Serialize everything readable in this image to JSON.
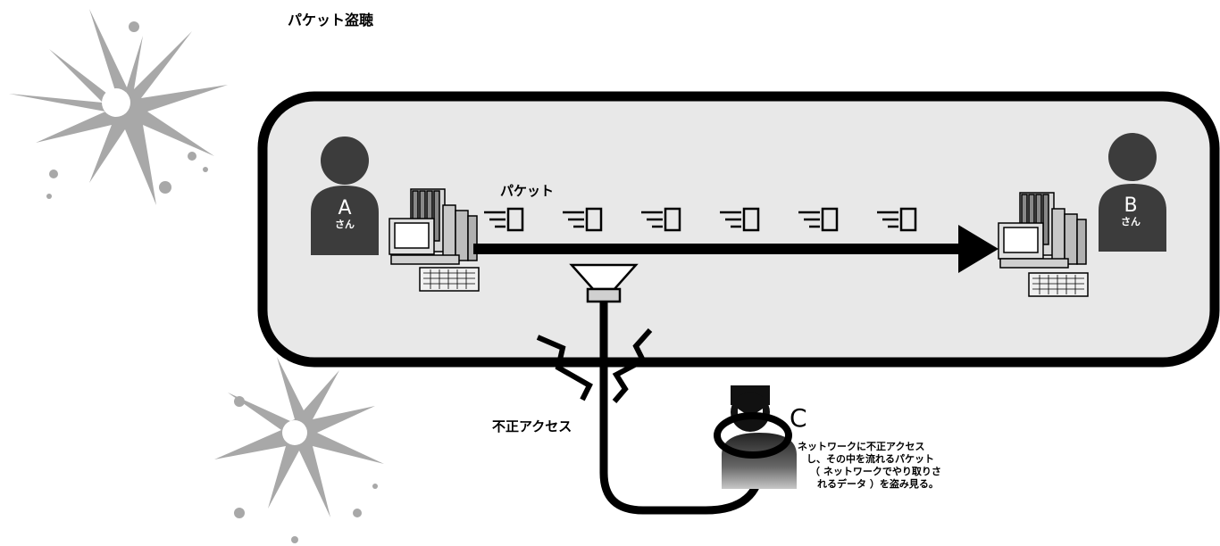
{
  "title": "パケット盗聴",
  "packet_label": "パケット",
  "person_a": {
    "letter": "A",
    "suffix": "さん"
  },
  "person_b": {
    "letter": "B",
    "suffix": "さん"
  },
  "attacker": {
    "letter": "C",
    "description_lines": [
      "ネットワークに不正アクセス",
      "し、その中を流れるパケット",
      "（ ネットワークでやり取りさ",
      "れるデータ ）を盗み見る。"
    ]
  },
  "access_label": "不正アクセス",
  "colors": {
    "network_fill": "#e8e8e8",
    "outline": "#000000",
    "person": "#3c3c3c",
    "burst": "#9a9a9a"
  }
}
